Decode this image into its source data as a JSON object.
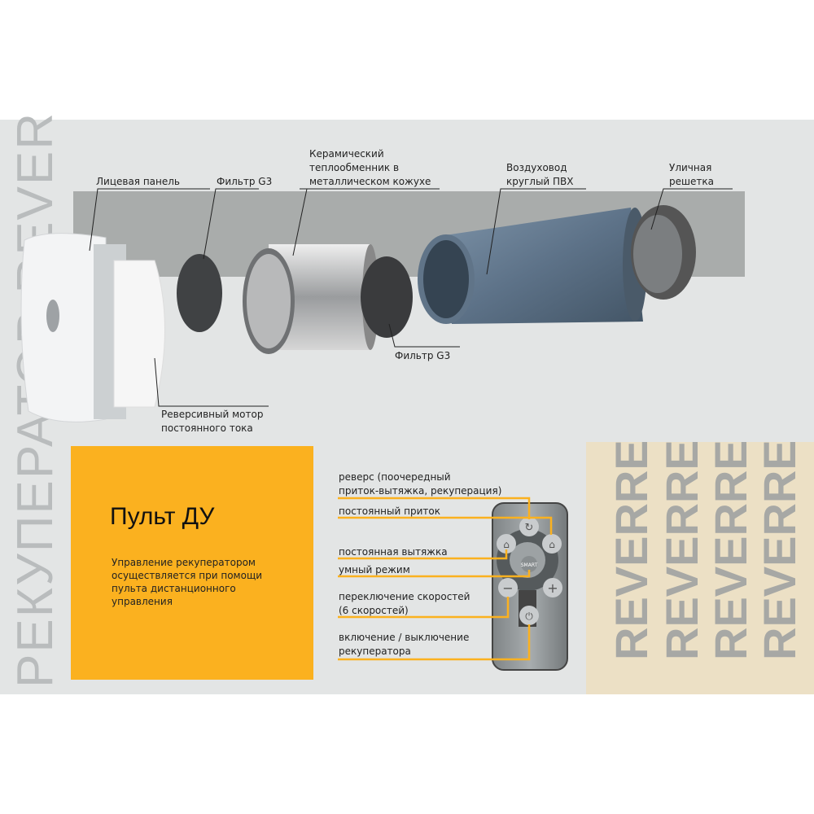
{
  "vertical_title": "РЕКУПЕРАТОР REVER",
  "parts": {
    "front_panel": "Лицевая панель",
    "filter_1": "Фильтр G3",
    "ceramic_1": "Керамический",
    "ceramic_2": "теплообменник в",
    "ceramic_3": "металлическом кожухе",
    "duct_1": "Воздуховод",
    "duct_2": "круглый ПВХ",
    "grille_1": "Уличная",
    "grille_2": "решетка",
    "filter_2": "Фильтр G3",
    "motor_1": "Реверсивный мотор",
    "motor_2": "постоянного тока"
  },
  "remote_box": {
    "title": "Пульт ДУ",
    "description": "Управление рекуператором осуществляется при помощи пульта дистанционного управления"
  },
  "remote_labels": [
    "реверс (поочередный",
    "приток-вытяжка, рекуперация)",
    "постоянный приток",
    "постоянная вытяжка",
    "умный режим",
    "переключение скоростей",
    "(6 скоростей)",
    "включение / выключение",
    "рекуператора"
  ],
  "remote_buttons": {
    "smart": "SMART",
    "minus": "−",
    "plus": "+"
  },
  "brand_pattern": "REVER",
  "colors": {
    "accent": "#fbb11f",
    "panel": "#e3e5e5",
    "beige": "#ece0c5",
    "band": "#a9acab"
  }
}
